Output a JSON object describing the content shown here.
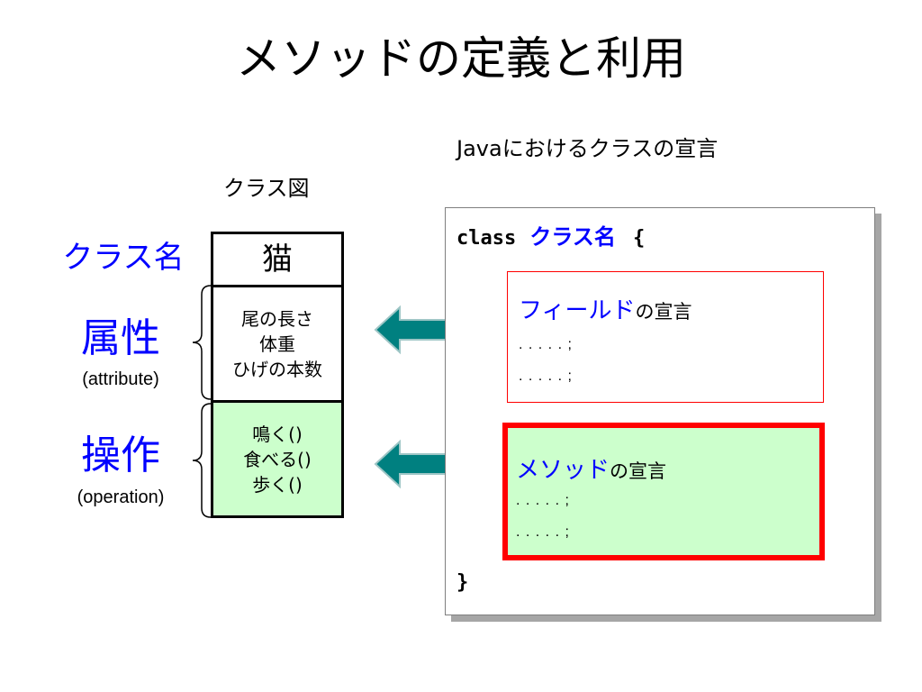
{
  "title": "メソッドの定義と利用",
  "java_caption": "Javaにおけるクラスの宣言",
  "diagram_caption": "クラス図",
  "labels": {
    "class_name": "クラス名",
    "attribute": "属性",
    "attribute_en": "(attribute)",
    "operation": "操作",
    "operation_en": "(operation)"
  },
  "uml": {
    "name": "猫",
    "attributes": [
      "尾の長さ",
      "体重",
      "ひげの本数"
    ],
    "operations": [
      "鳴く()",
      "食べる()",
      "歩く()"
    ]
  },
  "code": {
    "keyword": "class",
    "class_name": "クラス名",
    "open_brace": "{",
    "close_brace": "}",
    "field_title": "フィールド",
    "field_suffix": "の宣言",
    "field_lines": [
      ". . . . . ;",
      ". . . . . ;"
    ],
    "method_title": "メソッド",
    "method_suffix": "の宣言",
    "method_lines": [
      ". . . . . ;",
      ". . . . . ;"
    ]
  },
  "colors": {
    "label_blue": "#0000ff",
    "arrow_teal": "#008080",
    "operation_fill": "#ccffcc",
    "highlight_red": "#ff0000"
  }
}
